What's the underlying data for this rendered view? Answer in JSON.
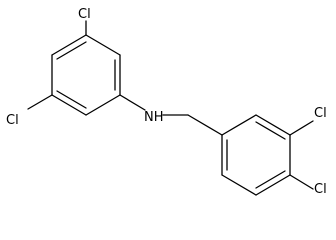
{
  "labels": {
    "cl_top_left_ring": "Cl",
    "cl_bottom_left_ring": "Cl",
    "nh": "NH",
    "cl_right_ring_upper": "Cl",
    "cl_right_ring_lower": "Cl"
  },
  "colors": {
    "bond": "#000000",
    "text": "#000000",
    "background": "#ffffff"
  }
}
